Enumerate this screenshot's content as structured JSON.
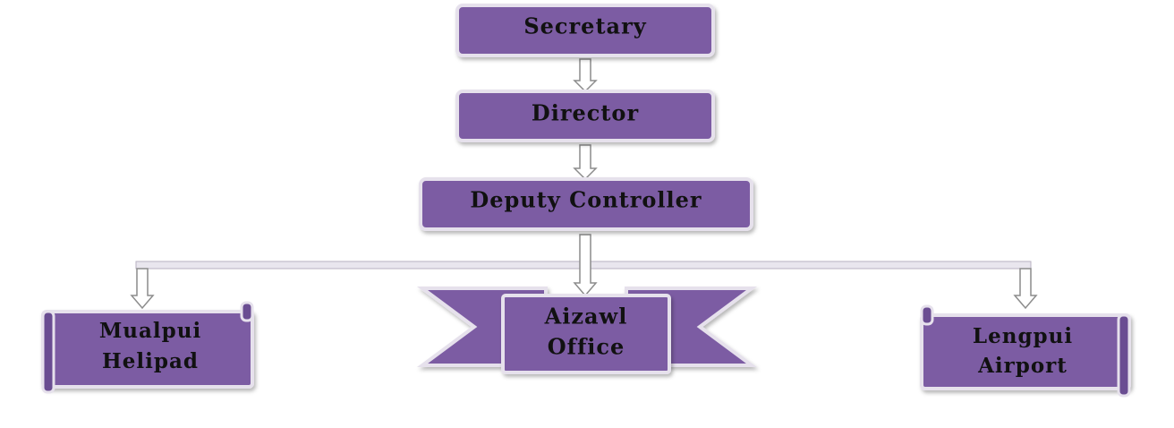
{
  "colors": {
    "box_fill": "#7b5ca3",
    "box_border": "#e6e1ec",
    "text": "#111111",
    "arrow": "#ffffff",
    "arrow_outline": "#9a9a9a",
    "connector": "#e9e6ee"
  },
  "nodes": {
    "secretary": {
      "label": "Secretary"
    },
    "director": {
      "label": "Director"
    },
    "deputy_controller": {
      "label": "Deputy Controller"
    },
    "mualpui": {
      "line1": "Mualpui",
      "line2": "Helipad"
    },
    "aizawl": {
      "line1": "Aizawl",
      "line2": "Office"
    },
    "lengpui": {
      "line1": "Lengpui",
      "line2": "Airport"
    }
  }
}
